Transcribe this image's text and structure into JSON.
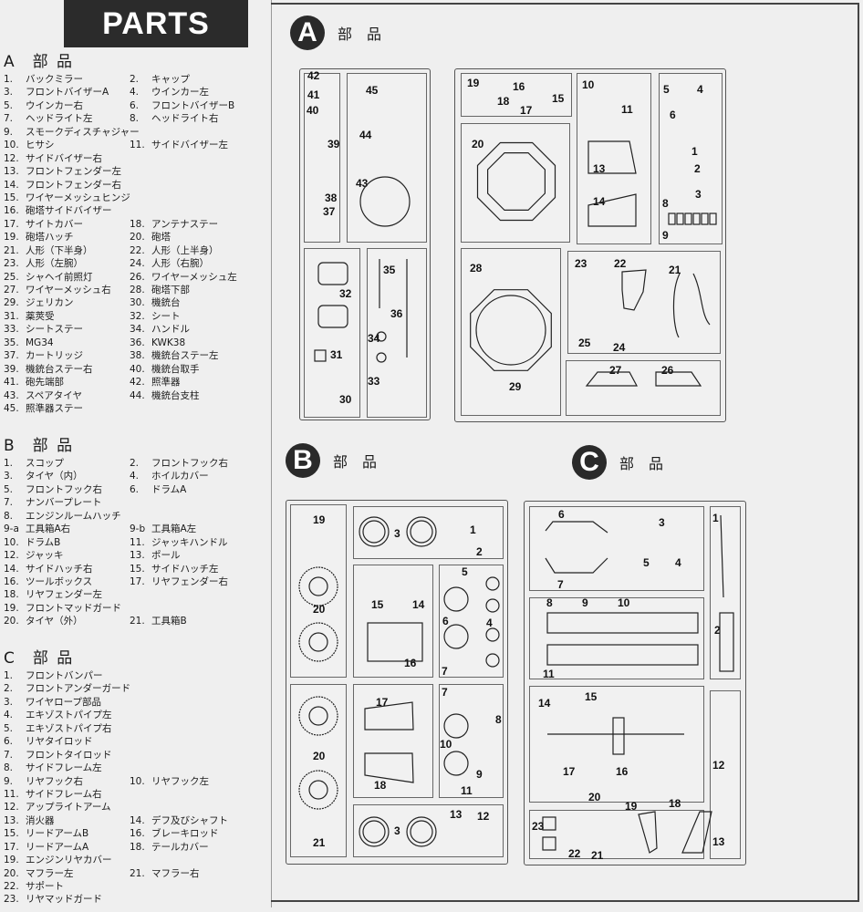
{
  "title": "PARTS",
  "sections": [
    {
      "letter": "A",
      "heading": "部 品",
      "rows": [
        [
          [
            "1.",
            "バックミラー"
          ],
          [
            "2.",
            "キャップ"
          ]
        ],
        [
          [
            "3.",
            "フロントバイザーA"
          ],
          [
            "4.",
            "ウインカー左"
          ]
        ],
        [
          [
            "5.",
            "ウインカー右"
          ],
          [
            "6.",
            "フロントバイザーB"
          ]
        ],
        [
          [
            "7.",
            "ヘッドライト左"
          ],
          [
            "8.",
            "ヘッドライト右"
          ]
        ],
        [
          [
            "9.",
            "スモークディスチャジャー"
          ]
        ],
        [
          [
            "10.",
            "ヒサシ"
          ],
          [
            "11.",
            "サイドバイザー左"
          ]
        ],
        [
          [
            "12.",
            "サイドバイザー右"
          ]
        ],
        [
          [
            "13.",
            "フロントフェンダー左"
          ]
        ],
        [
          [
            "14.",
            "フロントフェンダー右"
          ]
        ],
        [
          [
            "15.",
            "ワイヤーメッシュヒンジ"
          ]
        ],
        [
          [
            "16.",
            "砲塔サイドバイザー"
          ]
        ],
        [
          [
            "17.",
            "サイトカバー"
          ],
          [
            "18.",
            "アンテナステー"
          ]
        ],
        [
          [
            "19.",
            "砲塔ハッチ"
          ],
          [
            "20.",
            "砲塔"
          ]
        ],
        [
          [
            "21.",
            "人形（下半身）"
          ],
          [
            "22.",
            "人形（上半身）"
          ]
        ],
        [
          [
            "23.",
            "人形（左腕）"
          ],
          [
            "24.",
            "人形（右腕）"
          ]
        ],
        [
          [
            "25.",
            "シャヘイ前照灯"
          ],
          [
            "26.",
            "ワイヤーメッシュ左"
          ]
        ],
        [
          [
            "27.",
            "ワイヤーメッシュ右"
          ],
          [
            "28.",
            "砲塔下部"
          ]
        ],
        [
          [
            "29.",
            "ジェリカン"
          ],
          [
            "30.",
            "機銃台"
          ]
        ],
        [
          [
            "31.",
            "薬莢受"
          ],
          [
            "32.",
            "シート"
          ]
        ],
        [
          [
            "33.",
            "シートステー"
          ],
          [
            "34.",
            "ハンドル"
          ]
        ],
        [
          [
            "35.",
            "MG34"
          ],
          [
            "36.",
            "KWK38"
          ]
        ],
        [
          [
            "37.",
            "カートリッジ"
          ],
          [
            "38.",
            "機銃台ステー左"
          ]
        ],
        [
          [
            "39.",
            "機銃台ステー右"
          ],
          [
            "40.",
            "機銃台取手"
          ]
        ],
        [
          [
            "41.",
            "砲先端部"
          ],
          [
            "42.",
            "照準器"
          ]
        ],
        [
          [
            "43.",
            "スペアタイヤ"
          ],
          [
            "44.",
            "機銃台支柱"
          ]
        ],
        [
          [
            "45.",
            "照準器ステー"
          ]
        ]
      ]
    },
    {
      "letter": "B",
      "heading": "部 品",
      "rows": [
        [
          [
            "1.",
            "スコップ"
          ],
          [
            "2.",
            "フロントフック右"
          ]
        ],
        [
          [
            "3.",
            "タイヤ（内）"
          ],
          [
            "4.",
            "ホイルカバー"
          ]
        ],
        [
          [
            "5.",
            "フロントフック右"
          ],
          [
            "6.",
            "ドラムA"
          ]
        ],
        [
          [
            "7.",
            "ナンバープレート"
          ]
        ],
        [
          [
            "8.",
            "エンジンルームハッチ"
          ]
        ],
        [
          [
            "9-a",
            "工具箱A右"
          ],
          [
            "9-b",
            "工具箱A左"
          ]
        ],
        [
          [
            "10.",
            "ドラムB"
          ],
          [
            "11.",
            "ジャッキハンドル"
          ]
        ],
        [
          [
            "12.",
            "ジャッキ"
          ],
          [
            "13.",
            "ポール"
          ]
        ],
        [
          [
            "14.",
            "サイドハッチ右"
          ],
          [
            "15.",
            "サイドハッチ左"
          ]
        ],
        [
          [
            "16.",
            "ツールボックス"
          ],
          [
            "17.",
            "リヤフェンダー右"
          ]
        ],
        [
          [
            "18.",
            "リヤフェンダー左"
          ]
        ],
        [
          [
            "19.",
            "フロントマッドガード"
          ]
        ],
        [
          [
            "20.",
            "タイヤ（外）"
          ],
          [
            "21.",
            "工具箱B"
          ]
        ]
      ]
    },
    {
      "letter": "C",
      "heading": "部 品",
      "rows": [
        [
          [
            "1.",
            "フロントバンパー"
          ]
        ],
        [
          [
            "2.",
            "フロントアンダーガード"
          ]
        ],
        [
          [
            "3.",
            "ワイヤロープ部品"
          ]
        ],
        [
          [
            "4.",
            "エキゾストパイプ左"
          ]
        ],
        [
          [
            "5.",
            "エキゾストパイプ右"
          ]
        ],
        [
          [
            "6.",
            "リヤタイロッド"
          ]
        ],
        [
          [
            "7.",
            "フロントタイロッド"
          ]
        ],
        [
          [
            "8.",
            "サイドフレーム左"
          ]
        ],
        [
          [
            "9.",
            "リヤフック右"
          ],
          [
            "10.",
            "リヤフック左"
          ]
        ],
        [
          [
            "11.",
            "サイドフレーム右"
          ]
        ],
        [
          [
            "12.",
            "アップライトアーム"
          ]
        ],
        [
          [
            "13.",
            "消火器"
          ],
          [
            "14.",
            "デフ及びシャフト"
          ]
        ],
        [
          [
            "15.",
            "リードアームB"
          ],
          [
            "16.",
            "ブレーキロッド"
          ]
        ],
        [
          [
            "17.",
            "リードアームA"
          ],
          [
            "18.",
            "テールカバー"
          ]
        ],
        [
          [
            "19.",
            "エンジンリヤカバー"
          ]
        ],
        [
          [
            "20.",
            "マフラー左"
          ],
          [
            "21.",
            "マフラー右"
          ]
        ],
        [
          [
            "22.",
            "サポート"
          ]
        ],
        [
          [
            "23.",
            "リヤマッドガード"
          ]
        ]
      ]
    }
  ],
  "sprues": {
    "A": {
      "letter": "A",
      "heading": "部　品",
      "labels": [
        "42",
        "41",
        "40",
        "39",
        "38",
        "37",
        "45",
        "44",
        "43",
        "35",
        "32",
        "36",
        "34",
        "31",
        "33",
        "30",
        "19",
        "16",
        "15",
        "18",
        "17",
        "10",
        "11",
        "13",
        "14",
        "20",
        "5",
        "4",
        "6",
        "1",
        "2",
        "3",
        "8",
        "9",
        "28",
        "23",
        "22",
        "21",
        "25",
        "24",
        "29",
        "27",
        "26"
      ]
    },
    "B": {
      "letter": "B",
      "heading": "部　品",
      "labels": [
        "19",
        "3",
        "1",
        "2",
        "5",
        "20",
        "15",
        "14",
        "6",
        "4",
        "16",
        "7",
        "7",
        "17",
        "8",
        "20",
        "10",
        "18",
        "9",
        "11",
        "13",
        "12",
        "3",
        "21"
      ]
    },
    "C": {
      "letter": "C",
      "heading": "部　品",
      "labels": [
        "6",
        "3",
        "1",
        "7",
        "5",
        "4",
        "2",
        "8",
        "9",
        "10",
        "11",
        "14",
        "15",
        "12",
        "17",
        "16",
        "20",
        "19",
        "18",
        "23",
        "22",
        "21",
        "13"
      ]
    }
  }
}
